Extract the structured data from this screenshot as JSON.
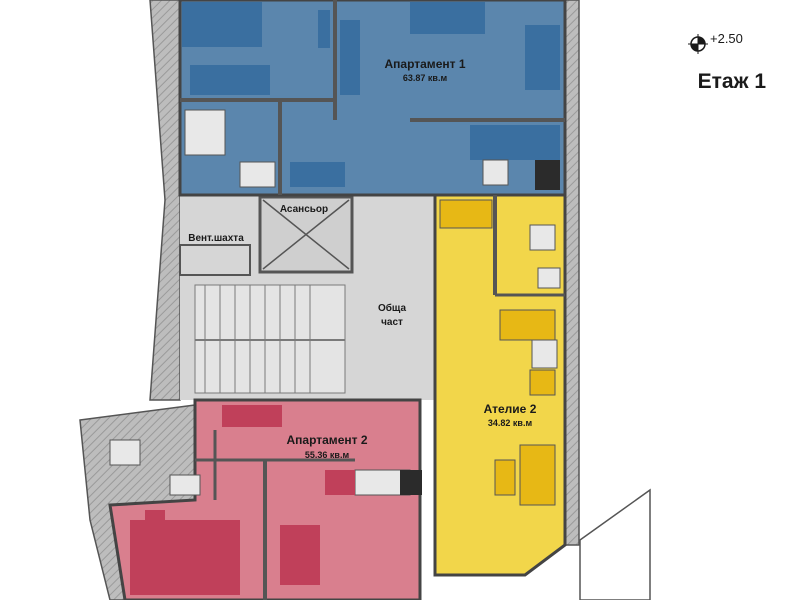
{
  "colors": {
    "apartment_1": "#5b86ad",
    "apartment_2": "#d97f8e",
    "atelier_2": "#f2d64a",
    "common": "#d6d6d6",
    "wall": "#8f8f8f",
    "furniture_blue": "#3a6fa0",
    "furniture_red": "#c0405a",
    "furniture_yellow": "#e7b815"
  },
  "plan": {
    "floor_label": "Етаж 1",
    "level_mark": "+2.50"
  },
  "rooms": {
    "apartment_1": {
      "name": "Апартамент 1",
      "area": "63.87 кв.м"
    },
    "apartment_2": {
      "name": "Апартамент 2",
      "area": "55.36 кв.м"
    },
    "atelier_2": {
      "name": "Ателие 2",
      "area": "34.82 кв.м"
    },
    "elevator": {
      "name": "Асансьор"
    },
    "vent_shaft": {
      "name": "Вент.шахта"
    },
    "common_area": {
      "line1": "Обща",
      "line2": "част"
    }
  }
}
